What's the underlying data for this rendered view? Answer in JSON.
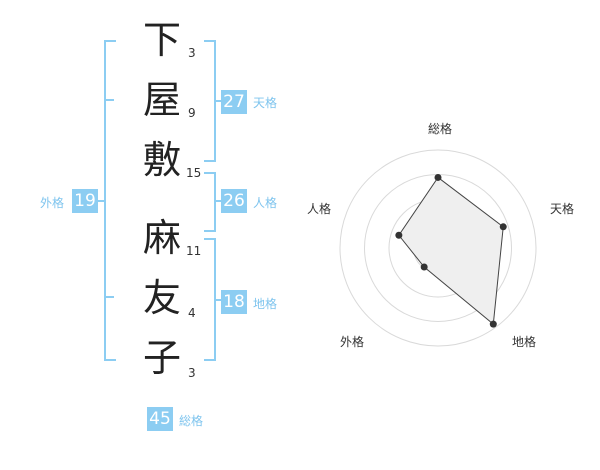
{
  "name": {
    "chars": [
      "下",
      "屋",
      "敷",
      "麻",
      "友",
      "子"
    ],
    "strokes": [
      "3",
      "9",
      "15",
      "11",
      "4",
      "3"
    ]
  },
  "kaku": {
    "tenkaku": {
      "value": "27",
      "label": "天格"
    },
    "jinkaku": {
      "value": "26",
      "label": "人格"
    },
    "chikaku": {
      "value": "18",
      "label": "地格"
    },
    "gaikaku": {
      "value": "19",
      "label": "外格"
    },
    "soukaku": {
      "value": "45",
      "label": "総格"
    }
  },
  "radar": {
    "labels": {
      "top": "総格",
      "right": "天格",
      "bottom_right": "地格",
      "bottom_left": "外格",
      "left": "人格"
    },
    "values": {
      "総格": 0.72,
      "天格": 0.7,
      "地格": 0.96,
      "外格": 0.24,
      "人格": 0.42
    },
    "colors": {
      "fill": "#efefef",
      "line": "#444444",
      "point": "#333333",
      "grid": "#d9d9d9",
      "center": "#bbbbbb"
    }
  }
}
